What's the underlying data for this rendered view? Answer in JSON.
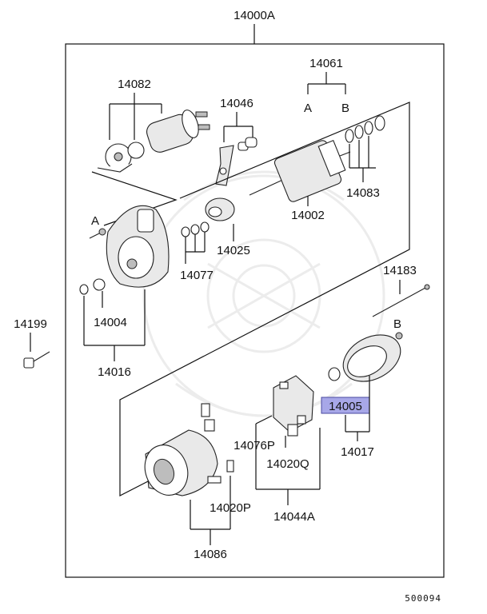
{
  "title": "14000A",
  "reference_code": "500094",
  "highlighted_part": "14005",
  "labels": {
    "p14082": "14082",
    "p14046": "14046",
    "p14061": "14061",
    "a_top": "A",
    "b_top": "B",
    "p14083": "14083",
    "p14002": "14002",
    "a_left": "A",
    "p14025": "14025",
    "p14077": "14077",
    "p14004": "14004",
    "p14016": "14016",
    "p14183": "14183",
    "p14199": "14199",
    "b_right": "B",
    "p14005": "14005",
    "p14017": "14017",
    "p14076p": "14076P",
    "p14020q": "14020Q",
    "p14044a": "14044A",
    "p14020p": "14020P",
    "p14086": "14086"
  },
  "colors": {
    "highlight": "#a7a7e8",
    "line": "#111111",
    "watermark": "#ececec"
  }
}
